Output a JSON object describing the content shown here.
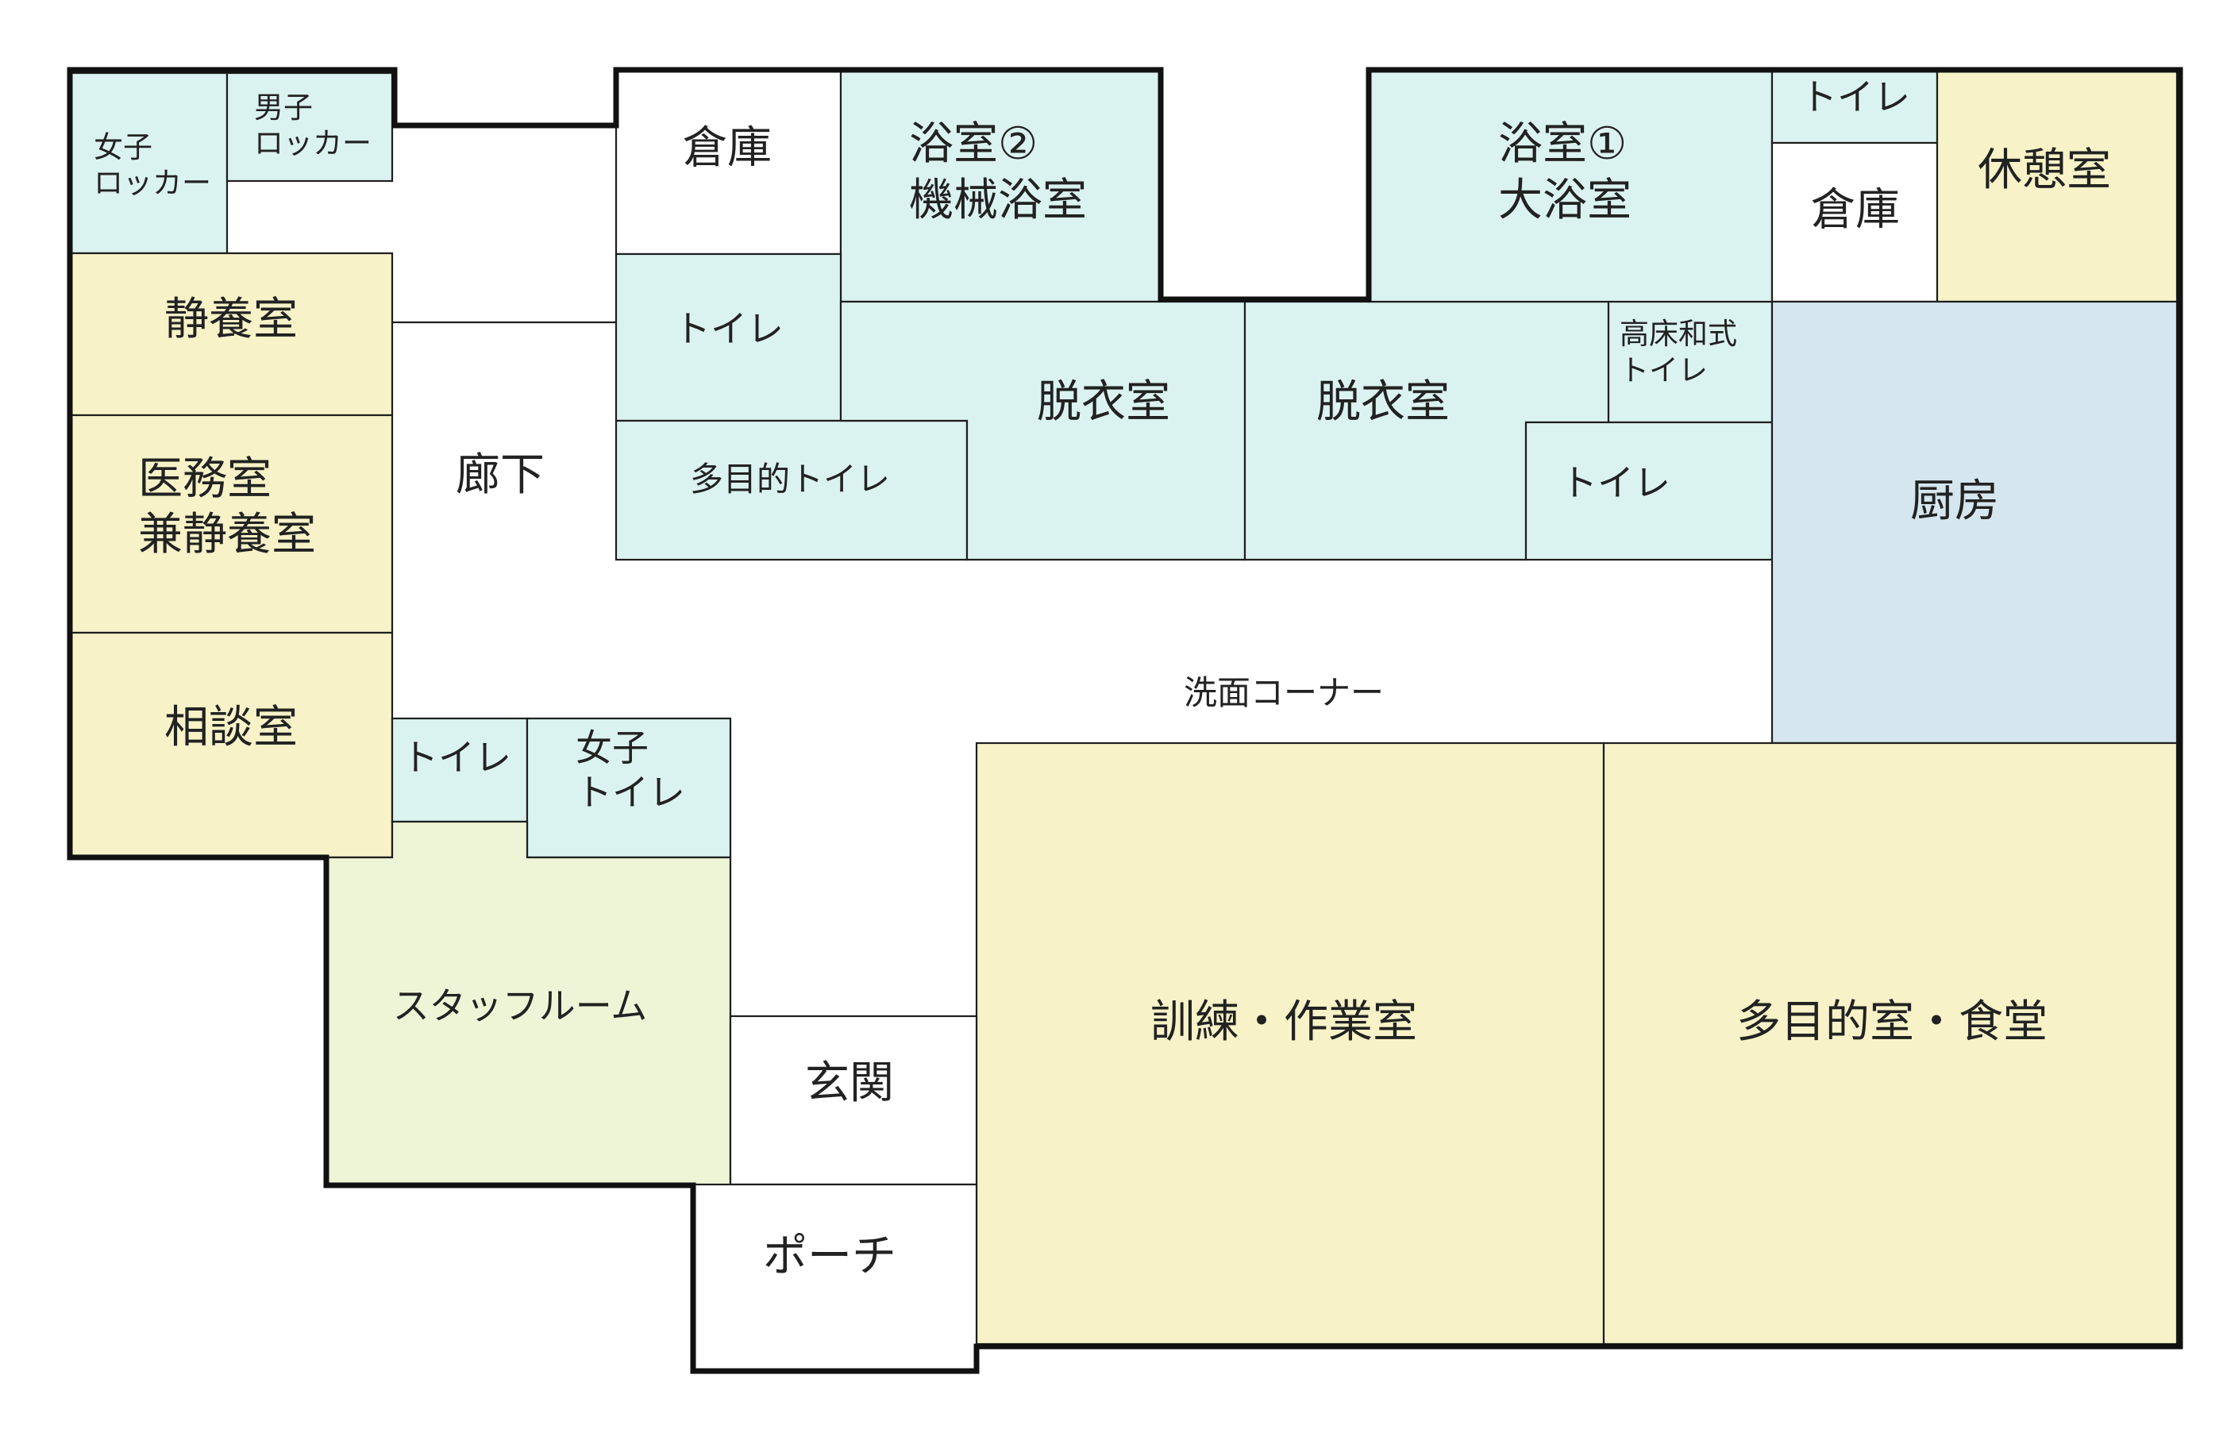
{
  "colors": {
    "wet": "#dbf3f0",
    "living": "#f7f2c7",
    "staff": "#eef4d6",
    "kitchen": "#d5e6ef",
    "plain": "#ffffff",
    "line": "#1e1e1e"
  },
  "rooms": {
    "women_locker": [
      "女子",
      "ロッカー"
    ],
    "men_locker": [
      "男子",
      "ロッカー"
    ],
    "quiet_room": [
      "静養室"
    ],
    "medical_room": [
      "医務室",
      "兼静養室"
    ],
    "consultation_room": [
      "相談室"
    ],
    "corridor": [
      "廊下"
    ],
    "storage_west": [
      "倉庫"
    ],
    "bath_2": [
      "浴室②",
      "機械浴室"
    ],
    "toilet_west": [
      "トイレ"
    ],
    "multipurpose_toilet": [
      "多目的トイレ"
    ],
    "dressing_room_west": [
      "脱衣室"
    ],
    "dressing_room_east": [
      "脱衣室"
    ],
    "bath_1": [
      "浴室①",
      "大浴室"
    ],
    "toilet_top": [
      "トイレ"
    ],
    "storage_east": [
      "倉庫"
    ],
    "rest_room": [
      "休憩室"
    ],
    "raised_toilet": [
      "高床和式",
      "トイレ"
    ],
    "toilet_east": [
      "トイレ"
    ],
    "kitchen": [
      "厨房"
    ],
    "washing_corner": [
      "洗面コーナー"
    ],
    "toilet_south": [
      "トイレ"
    ],
    "women_toilet": [
      "女子",
      "トイレ"
    ],
    "staff_room": [
      "スタッフルーム"
    ],
    "entrance": [
      "玄関"
    ],
    "porch": [
      "ポーチ"
    ],
    "training_room": [
      "訓練・作業室"
    ],
    "dining_room": [
      "多目的室・食堂"
    ]
  }
}
